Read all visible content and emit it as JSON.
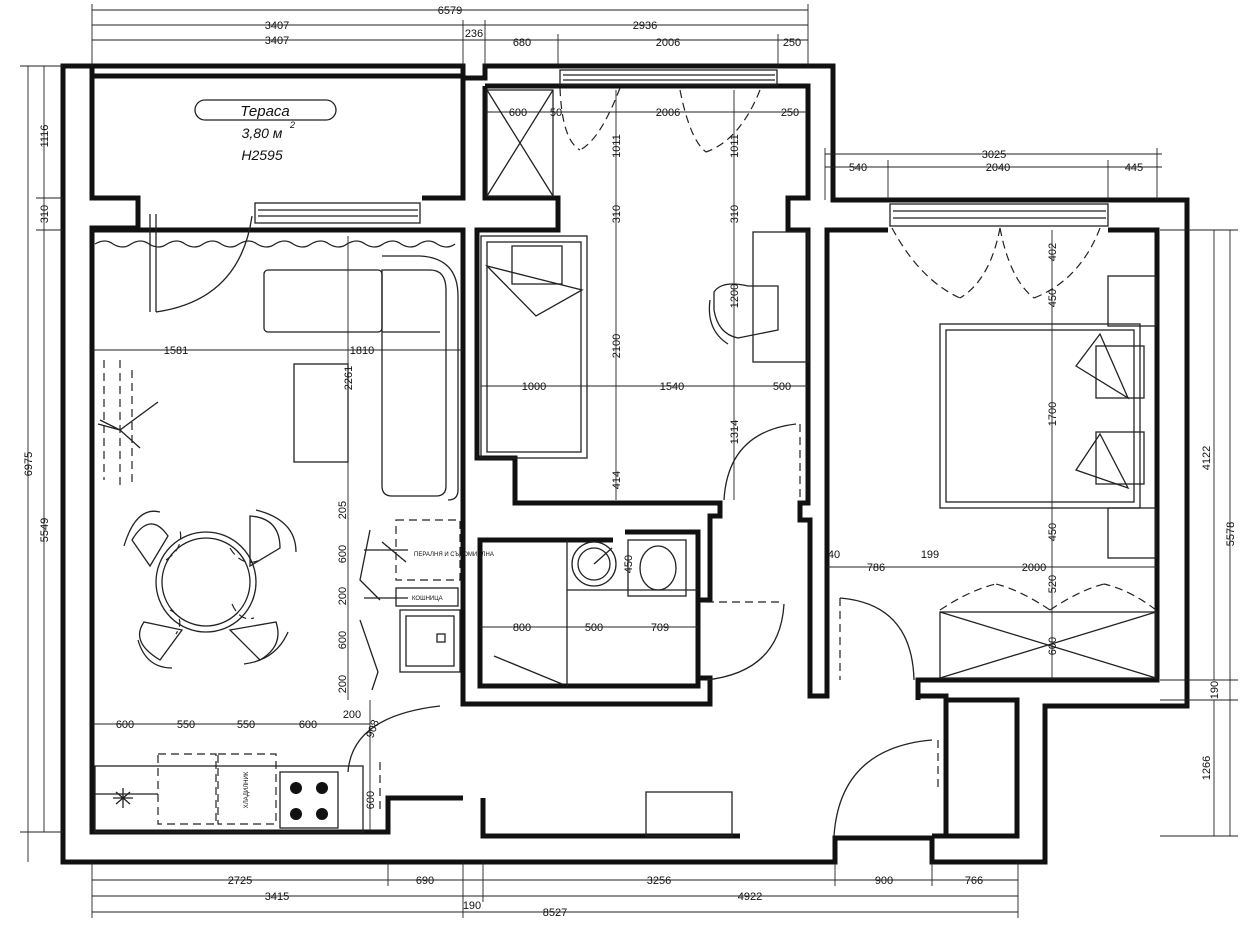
{
  "terrace": {
    "name": "Тераса",
    "area": "3,80 м",
    "area_sup": "2",
    "height": "H2595"
  },
  "appliance_labels": {
    "washer": "ПЕРАЛНЯ И СЪДОМИЯЛНА",
    "basket": "КОШНИЦА",
    "fridge": "ХЛАДИЛНИК"
  },
  "dims_top": {
    "total_left": "6579",
    "left_a": "3407",
    "left_b": "3407",
    "mid_a": "2936",
    "mid_236": "236",
    "mid_680": "680",
    "mid_2006": "2006",
    "mid_250": "250",
    "room_600": "600",
    "room_50": "50",
    "room_2006": "2006",
    "room_250": "250",
    "right_total": "3025",
    "right_540": "540",
    "right_2040": "2040",
    "right_445": "445"
  },
  "dims_left": {
    "total": "6975",
    "d1116": "1116",
    "d310": "310",
    "d5549": "5549"
  },
  "dims_right": {
    "d4122": "4122",
    "d5578": "5578",
    "d190": "190",
    "d1266": "1266"
  },
  "dims_bottom": {
    "b2725": "2725",
    "b690": "690",
    "b3256": "3256",
    "b900": "900",
    "b766": "766",
    "b3415": "3415",
    "b4922": "4922",
    "b190": "190",
    "b8527": "8527"
  },
  "dims_living": {
    "d1581": "1581",
    "d1810": "1810",
    "d2261": "2261",
    "d205": "205",
    "d600a": "600",
    "d200a": "200",
    "d600b": "600",
    "d200b": "200",
    "k600a": "600",
    "k550a": "550",
    "k550b": "550",
    "k600b": "600",
    "k200": "200",
    "k908": "908",
    "k600c": "600"
  },
  "dims_bedroom1": {
    "d1011a": "1011",
    "d1011b": "1011",
    "d310a": "310",
    "d310b": "310",
    "d2100": "2100",
    "d1200": "1200",
    "d1000": "1000",
    "d1540": "1540",
    "d500": "500",
    "d1314": "1314",
    "d414": "414"
  },
  "dims_bath": {
    "d450": "450",
    "d800": "800",
    "d500": "500",
    "d709": "709"
  },
  "dims_bedroom2": {
    "d402": "402",
    "d450a": "450",
    "d1700": "1700",
    "d450b": "450",
    "d520": "520",
    "d600": "600",
    "d40": "40",
    "d786": "786",
    "d199": "199",
    "d2000": "2000"
  }
}
